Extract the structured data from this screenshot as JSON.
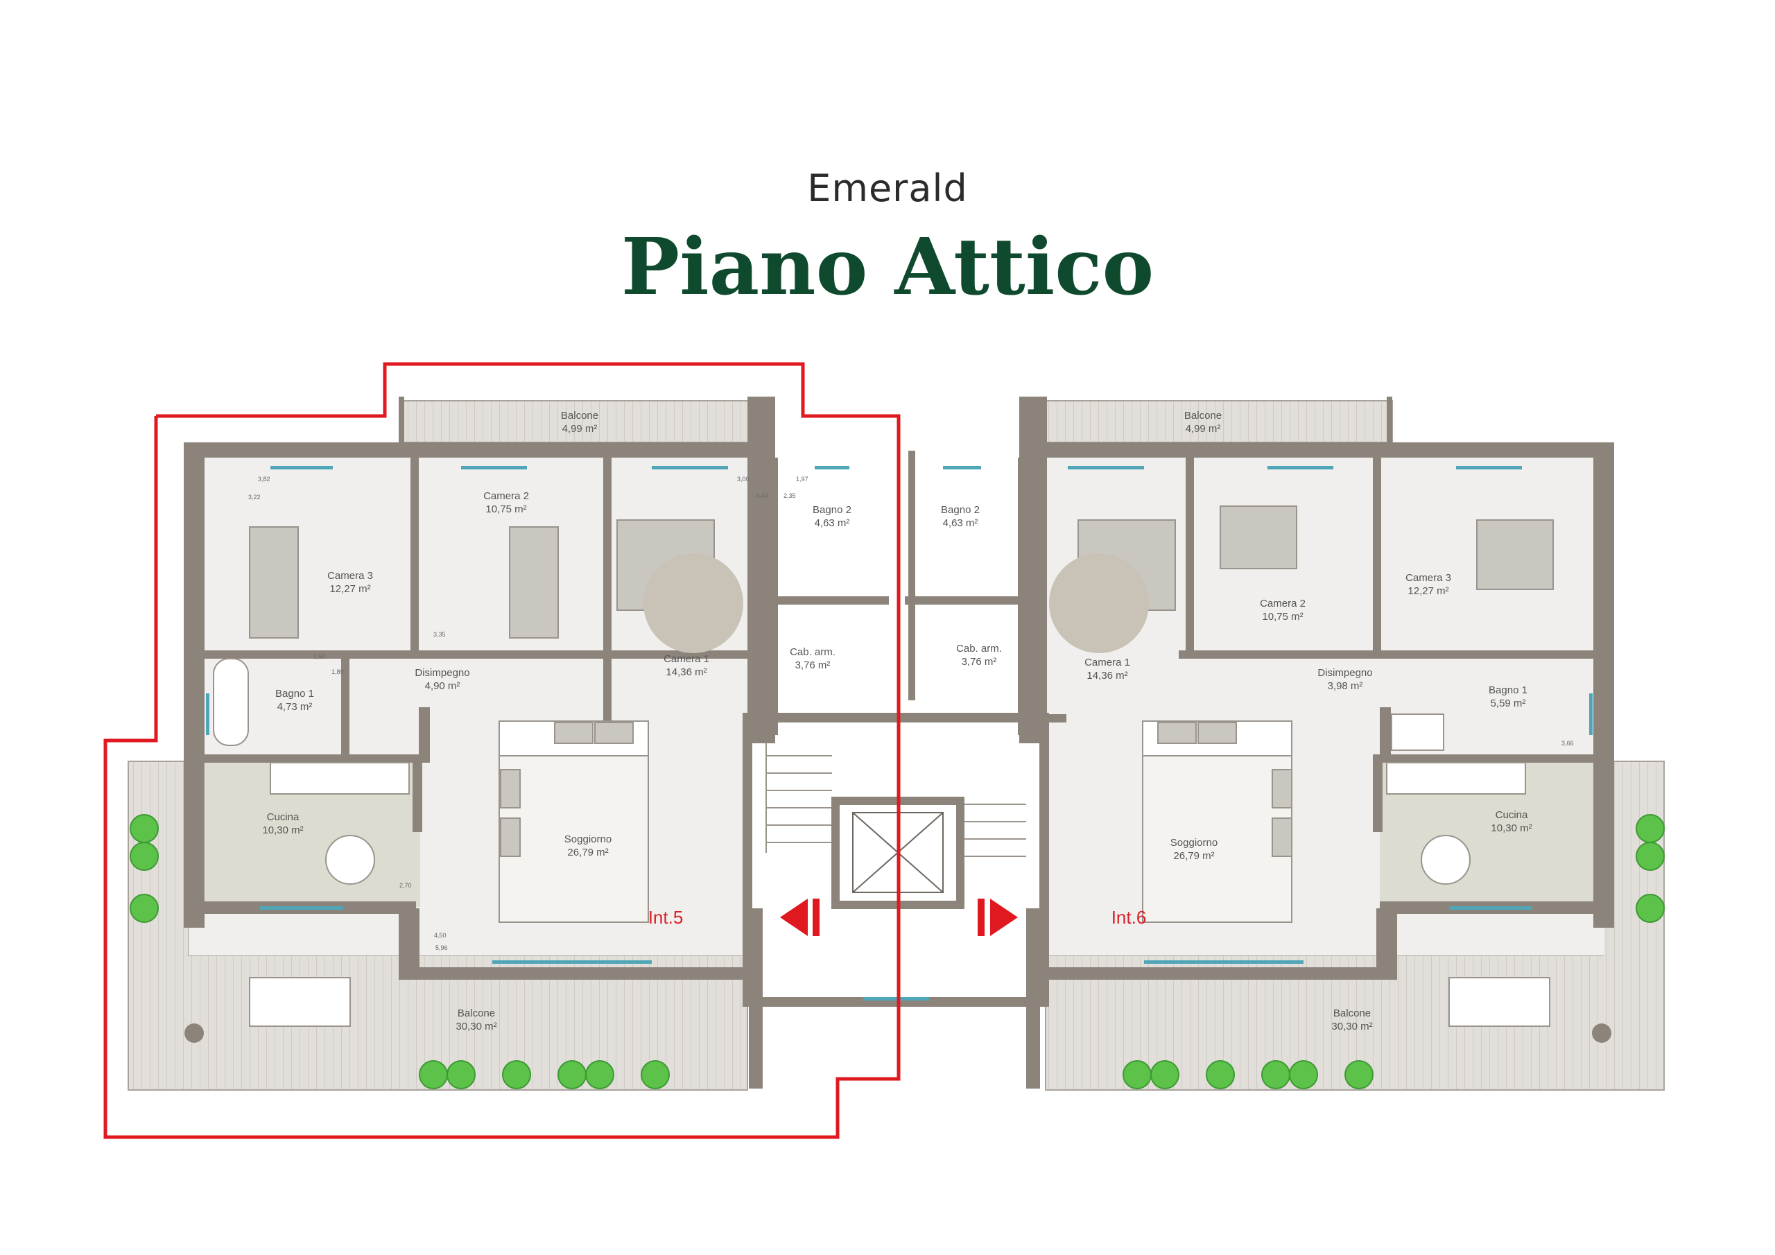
{
  "header": {
    "subtitle": "Emerald",
    "title": "Piano Attico"
  },
  "colors": {
    "title_green": "#0f4a2e",
    "wall": "#8c847b",
    "floor": "#f0efed",
    "kitchen_floor": "#dcdcd0",
    "balcony": "#dedbd8",
    "highlight_red": "#e0181f",
    "window_blue": "#4fa6b8",
    "plant_green": "#5cc24a"
  },
  "units": {
    "left": "Int.5",
    "right": "Int.6"
  },
  "rooms_left": {
    "balcone_top": "Balcone",
    "balcone_top_area": "4,99 m²",
    "camera3": "Camera 3",
    "camera3_area": "12,27 m²",
    "camera2": "Camera 2",
    "camera2_area": "10,75 m²",
    "camera1": "Camera 1",
    "camera1_area": "14,36 m²",
    "bagno2": "Bagno 2",
    "bagno2_area": "4,63 m²",
    "cab": "Cab. arm.",
    "cab_area": "3,76 m²",
    "bagno1": "Bagno 1",
    "bagno1_area": "4,73 m²",
    "disimpegno": "Disimpegno",
    "disimpegno_area": "4,90 m²",
    "cucina": "Cucina",
    "cucina_area": "10,30 m²",
    "soggiorno": "Soggiorno",
    "soggiorno_area": "26,79 m²",
    "balcone": "Balcone",
    "balcone_area": "30,30 m²"
  },
  "rooms_right": {
    "balcone_top": "Balcone",
    "balcone_top_area": "4,99 m²",
    "bagno2": "Bagno 2",
    "bagno2_area": "4,63 m²",
    "cab": "Cab. arm.",
    "cab_area": "3,76 m²",
    "camera1": "Camera 1",
    "camera1_area": "14,36 m²",
    "camera2": "Camera 2",
    "camera2_area": "10,75 m²",
    "camera3": "Camera 3",
    "camera3_area": "12,27 m²",
    "disimpegno": "Disimpegno",
    "disimpegno_area": "3,98 m²",
    "bagno1": "Bagno 1",
    "bagno1_area": "5,59 m²",
    "cucina": "Cucina",
    "cucina_area": "10,30 m²",
    "soggiorno": "Soggiorno",
    "soggiorno_area": "26,79 m²",
    "balcone": "Balcone",
    "balcone_area": "30,30 m²"
  },
  "dimensions": {
    "d382": "3,82",
    "d322": "3,22",
    "d335": "3,35",
    "d300": "3,00",
    "d444": "4,44",
    "d197": "1,97",
    "d235": "2,35",
    "d250": "2,50",
    "d189": "1,89",
    "d270": "2,70",
    "d450": "4,50",
    "d596": "5,96",
    "d366": "3,66"
  }
}
